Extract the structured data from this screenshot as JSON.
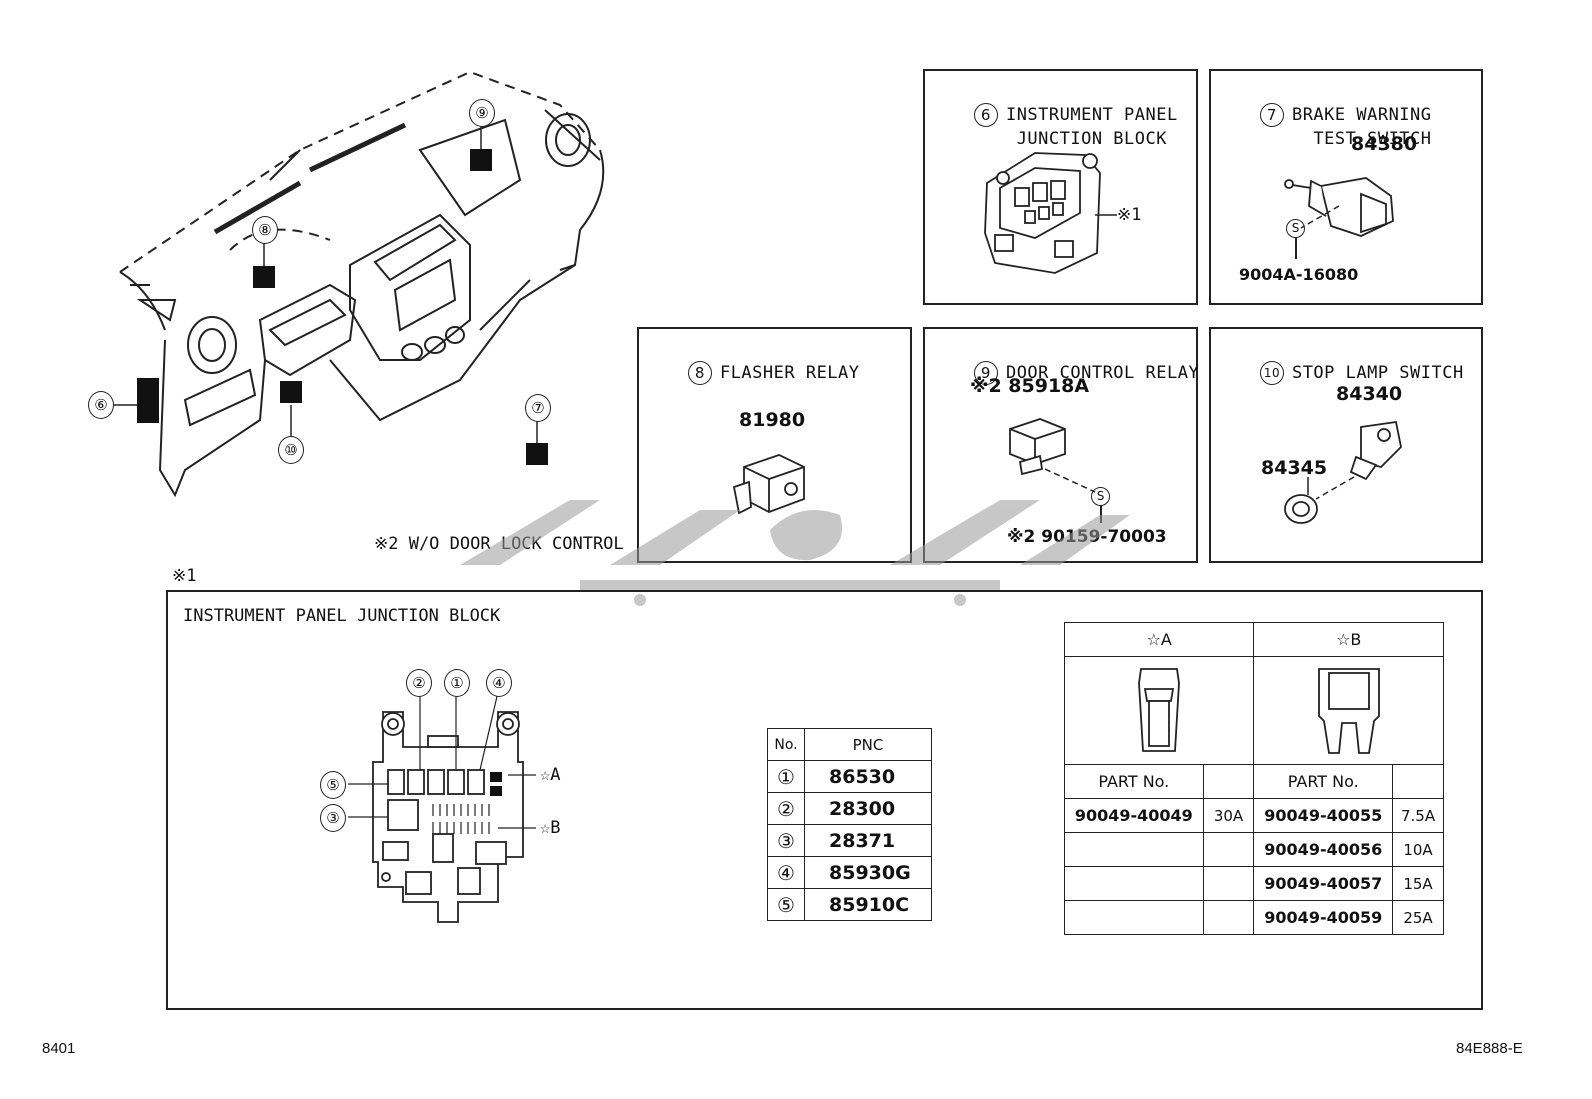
{
  "overview": {
    "callouts": [
      "⑨",
      "⑧",
      "⑥",
      "⑩",
      "⑦"
    ],
    "note_w_o": "※2 W/O DOOR LOCK CONTROL"
  },
  "panels": {
    "p6": {
      "num": "6",
      "title": "INSTRUMENT PANEL\n JUNCTION BLOCK",
      "ref": "※1"
    },
    "p7": {
      "num": "7",
      "title": "BRAKE WARNING\n  TEST SWITCH",
      "part": "84380",
      "screw": "9004A-16080"
    },
    "p8": {
      "num": "8",
      "title": "FLASHER RELAY",
      "part": "81980"
    },
    "p9": {
      "num": "9",
      "title": "DOOR CONTROL RELAY",
      "part": "※2 85918A",
      "screw": "※2 90159-70003"
    },
    "p10": {
      "num": "10",
      "title": "STOP LAMP SWITCH",
      "part_a": "84340",
      "part_b": "84345"
    }
  },
  "section1": {
    "marker": "※1",
    "title": "INSTRUMENT PANEL JUNCTION BLOCK",
    "block_callouts": [
      "②",
      "①",
      "④",
      "⑤",
      "③"
    ],
    "star_a": "☆A",
    "star_b": "☆B"
  },
  "pnc_table": {
    "headers": [
      "No.",
      "PNC"
    ],
    "rows": [
      {
        "no": "①",
        "pnc": "86530"
      },
      {
        "no": "②",
        "pnc": "28300"
      },
      {
        "no": "③",
        "pnc": "28371"
      },
      {
        "no": "④",
        "pnc": "85930G"
      },
      {
        "no": "⑤",
        "pnc": "85910C"
      }
    ]
  },
  "fuse_table": {
    "col_a": "☆A",
    "col_b": "☆B",
    "part_no_label": "PART No.",
    "rows": [
      {
        "a_part": "90049-40049",
        "a_amp": "30A",
        "b_part": "90049-40055",
        "b_amp": "7.5A"
      },
      {
        "a_part": "",
        "a_amp": "",
        "b_part": "90049-40056",
        "b_amp": "10A"
      },
      {
        "a_part": "",
        "a_amp": "",
        "b_part": "90049-40057",
        "b_amp": "15A"
      },
      {
        "a_part": "",
        "a_amp": "",
        "b_part": "90049-40059",
        "b_amp": "25A"
      }
    ]
  },
  "footer": {
    "left": "8401",
    "right": "84E888-E"
  }
}
